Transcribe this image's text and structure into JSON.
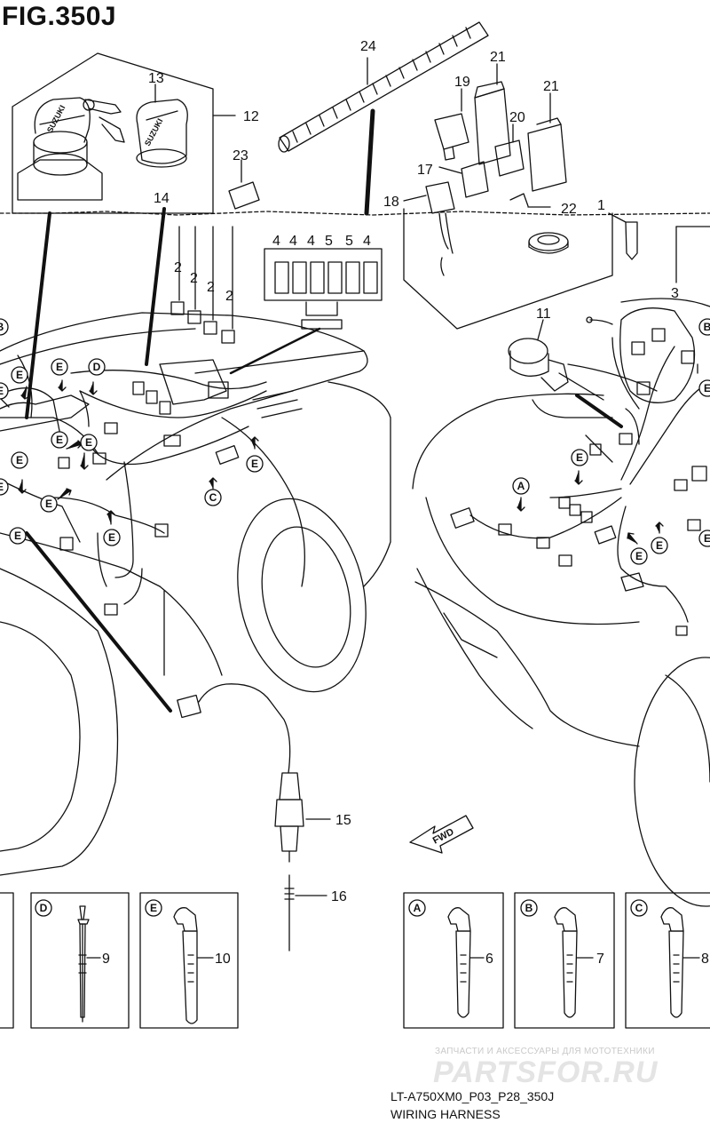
{
  "figure_title": "FIG.350J",
  "footer": {
    "code": "LT-A750XM0_P03_P28_350J",
    "title": "WIRING HARNESS"
  },
  "watermark": {
    "subtitle": "ЗАПЧАСТИ И АКСЕССУАРЫ ДЛЯ МОТОТЕХНИКИ",
    "logo": "PARTSFOR.RU"
  },
  "direction_label": "FWD",
  "brand_lettering": "SUZUKI",
  "part_callouts": [
    "1",
    "2",
    "3",
    "4",
    "5",
    "6",
    "7",
    "8",
    "9",
    "10",
    "11",
    "12",
    "13",
    "14",
    "15",
    "16",
    "17",
    "18",
    "19",
    "20",
    "21",
    "22",
    "23",
    "24"
  ],
  "connector_row": [
    "4",
    "4",
    "4",
    "5",
    "5",
    "4"
  ],
  "clamp_letters": [
    "A",
    "B",
    "C",
    "D",
    "E"
  ],
  "clamp_boxes": [
    {
      "letter": "D",
      "part": "9"
    },
    {
      "letter": "E",
      "part": "10"
    },
    {
      "letter": "A",
      "part": "6"
    },
    {
      "letter": "B",
      "part": "7"
    },
    {
      "letter": "C",
      "part": "8"
    }
  ]
}
